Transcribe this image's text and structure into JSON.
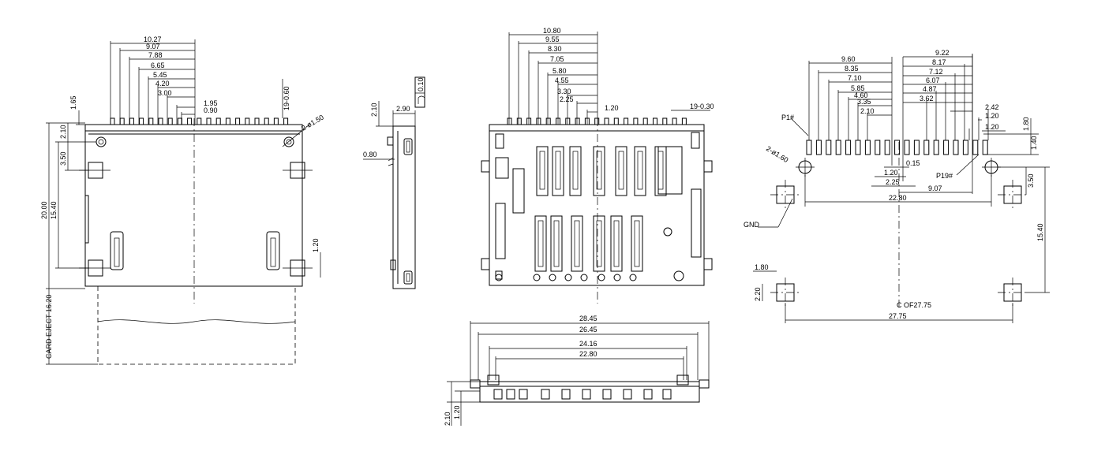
{
  "view1": {
    "top_dims": [
      "10.27",
      "9.07",
      "7.88",
      "6.65",
      "5.45",
      "4.20",
      "3.00",
      "1.95",
      "0.90"
    ],
    "pitch_label": "19-0.60",
    "hole_label": "2-ø1.50",
    "v_dims": [
      "1.65",
      "2.10",
      "3.50",
      "20.00",
      "15.40",
      "1.20"
    ],
    "card_eject_label": "CARD EJECT 16.20"
  },
  "view2": {
    "dims": [
      "0.10",
      "2.10",
      "2.90",
      "0.80"
    ]
  },
  "view3": {
    "top_dims": [
      "10.80",
      "9.55",
      "8.30",
      "7.05",
      "5.80",
      "4.55",
      "3.30",
      "2.25",
      "1.20"
    ],
    "pitch_label": "19-0.30"
  },
  "view4": {
    "widths": [
      "28.45",
      "26.45",
      "24.16",
      "22.80"
    ],
    "v_dims": [
      "2.10",
      "1.20"
    ]
  },
  "view5": {
    "left_dims": [
      "9.60",
      "8.35",
      "7.10",
      "5.85",
      "4.60",
      "3.35",
      "2.10"
    ],
    "right_dims": [
      "9.22",
      "8.17",
      "7.12",
      "6.07",
      "4.87",
      "3.62",
      "2.42",
      "1.20",
      "1.20"
    ],
    "labels": [
      "P1#",
      "P19#",
      "2-ø1.60",
      "GND",
      "C OF27.75"
    ],
    "bottom_dims": [
      "0.15",
      "1.20",
      "2.25",
      "9.07",
      "22.80",
      "27.75"
    ],
    "side_dims": [
      "1.80",
      "1.40",
      "3.50",
      "15.40",
      "1.80",
      "2.20"
    ]
  }
}
